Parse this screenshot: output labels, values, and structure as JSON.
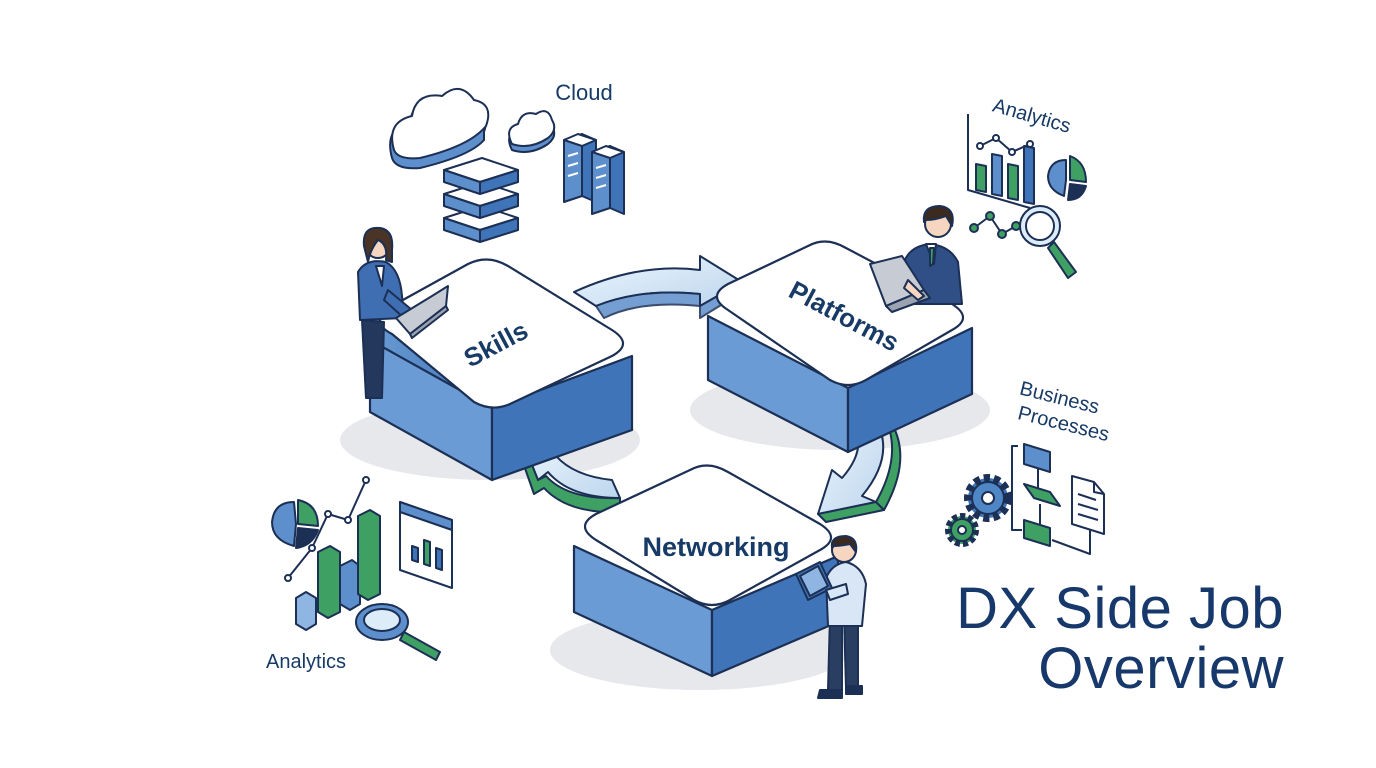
{
  "cloud_label": "Cloud",
  "analytics_top_label": "Analytics",
  "analytics_bottom_label": "Analytics",
  "business_line1": "Business",
  "business_line2": "Processes",
  "blocks": {
    "skills": "Skills",
    "platforms": "Platforms",
    "networking": "Networking"
  },
  "title": {
    "line1": "DX Side Job",
    "line2": "Overview"
  },
  "colors": {
    "block_side": "#4f86c6",
    "block_top": "#ffffff",
    "outline": "#1c2f54",
    "navy": "#17386a",
    "green": "#3fa064",
    "arrow_fill": "#dcecf8"
  }
}
